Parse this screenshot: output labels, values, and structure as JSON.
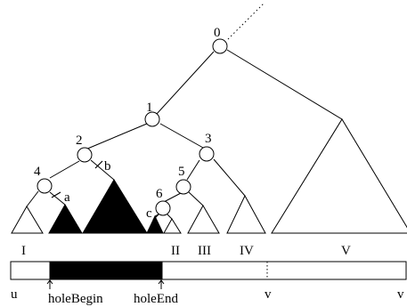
{
  "nodes": [
    {
      "id": "node-0",
      "label": "0"
    },
    {
      "id": "node-1",
      "label": "1"
    },
    {
      "id": "node-2",
      "label": "2"
    },
    {
      "id": "node-3",
      "label": "3"
    },
    {
      "id": "node-4",
      "label": "4"
    },
    {
      "id": "node-5",
      "label": "5"
    },
    {
      "id": "node-6",
      "label": "6"
    }
  ],
  "edge_marks": [
    {
      "id": "mark-a",
      "label": "a"
    },
    {
      "id": "mark-b",
      "label": "b"
    },
    {
      "id": "mark-c",
      "label": "c"
    }
  ],
  "regions": [
    "I",
    "II",
    "III",
    "IV",
    "V"
  ],
  "bar_labels": {
    "u": "u",
    "hole_begin": "holeBegin",
    "hole_end": "holeEnd",
    "v_mid": "v",
    "v_end": "v"
  },
  "colors": {
    "stroke": "#000000",
    "hole_fill": "#000000",
    "background": "#ffffff"
  }
}
